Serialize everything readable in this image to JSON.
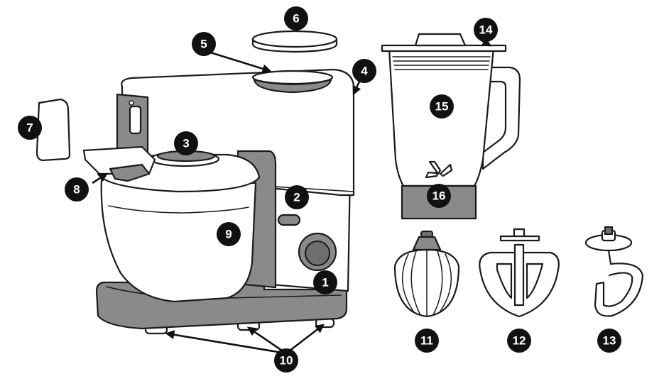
{
  "callouts": [
    {
      "id": "1",
      "label": "1"
    },
    {
      "id": "2",
      "label": "2"
    },
    {
      "id": "3",
      "label": "3"
    },
    {
      "id": "4",
      "label": "4"
    },
    {
      "id": "5",
      "label": "5"
    },
    {
      "id": "6",
      "label": "6"
    },
    {
      "id": "7",
      "label": "7"
    },
    {
      "id": "8",
      "label": "8"
    },
    {
      "id": "9",
      "label": "9"
    },
    {
      "id": "10",
      "label": "10"
    },
    {
      "id": "11",
      "label": "11"
    },
    {
      "id": "12",
      "label": "12"
    },
    {
      "id": "13",
      "label": "13"
    },
    {
      "id": "14",
      "label": "14"
    },
    {
      "id": "15",
      "label": "15"
    },
    {
      "id": "16",
      "label": "16"
    }
  ],
  "colors": {
    "outline": "#1a1a1a",
    "accent_grey": "#8a8a8a",
    "badge": "#111111",
    "badge_text": "#ffffff"
  }
}
